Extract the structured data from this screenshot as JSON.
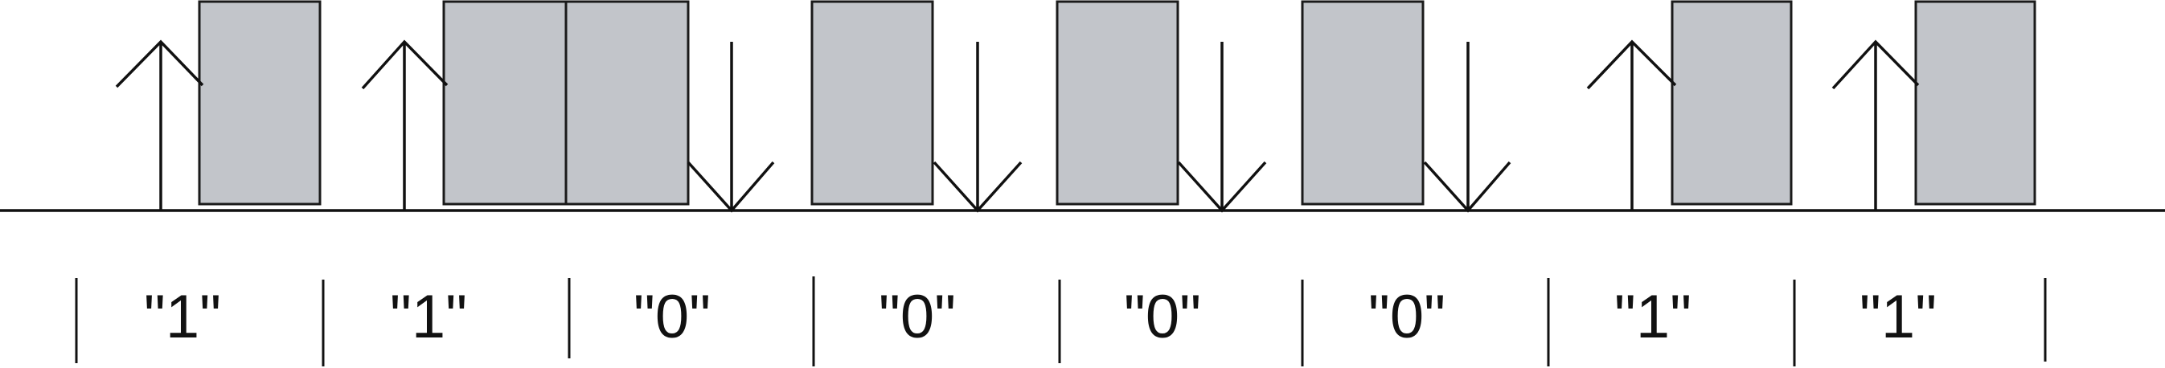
{
  "diagram": {
    "bits": [
      {
        "label": "\"1\"",
        "direction": "up"
      },
      {
        "label": "\"1\"",
        "direction": "up"
      },
      {
        "label": "\"0\"",
        "direction": "down"
      },
      {
        "label": "\"0\"",
        "direction": "down"
      },
      {
        "label": "\"0\"",
        "direction": "down"
      },
      {
        "label": "\"0\"",
        "direction": "down"
      },
      {
        "label": "\"1\"",
        "direction": "up"
      },
      {
        "label": "\"1\"",
        "direction": "up"
      }
    ],
    "colors": {
      "pulse_fill": "#c2c5ca",
      "stroke": "#111111",
      "background": "#ffffff"
    }
  }
}
